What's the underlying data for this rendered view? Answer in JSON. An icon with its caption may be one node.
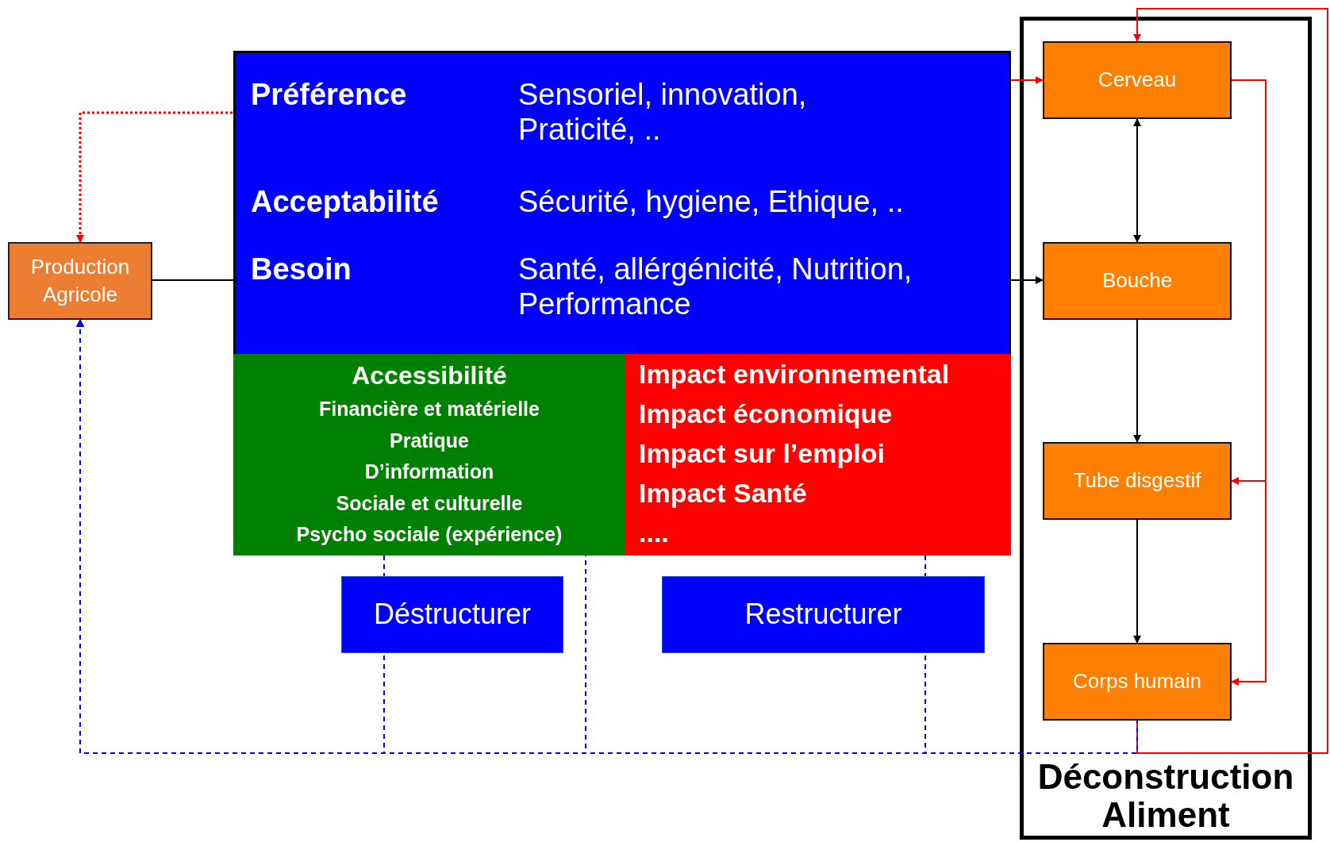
{
  "diagram": {
    "nodes": [
      {
        "text": [
          "Préférence",
          "Sensoriel, innovation, Praticité, ..",
          "Acceptabilité",
          "Sécurité, hygiene, Ethique, ..",
          "Besoin",
          "Santé, allérgénicité, Nutrition, Performance"
        ]
      },
      {
        "text": [
          "Accessibilité",
          "Financière et matérielle",
          "Pratique",
          "D’information",
          "Sociale et culturelle",
          "Psycho sociale (expérience)"
        ],
        "in": 0
      },
      {
        "text": [
          "Impact environnemental",
          "Impact économique",
          "Impact sur l’emploi",
          "Impact Santé",
          "...."
        ],
        "in": 0
      },
      {
        "text": [
          "Production Agricole"
        ]
      },
      {
        "text": [
          "Déstructurer"
        ]
      },
      {
        "text": [
          "Restructurer"
        ]
      },
      {
        "text": [
          "Déconstruction Aliment"
        ]
      },
      {
        "text": [
          "Cerveau"
        ],
        "in": 6
      },
      {
        "text": [
          "Bouche"
        ],
        "in": 6
      },
      {
        "text": [
          "Tube disgestif"
        ],
        "in": 6
      },
      {
        "text": [
          "Corps humain"
        ],
        "in": 6
      }
    ],
    "edges": [
      {
        "from": 0,
        "to": 3,
        "arrow": "to",
        "style": "dashed",
        "color": "#ff0000"
      },
      {
        "from": 3,
        "to": 0,
        "arrow": "none",
        "color": "#000000"
      },
      {
        "from": 0,
        "to": 7,
        "arrow": "to",
        "color": "#ff0000"
      },
      {
        "from": 0,
        "to": 8,
        "arrow": "to",
        "color": "#000000"
      },
      {
        "from": 7,
        "to": 8,
        "arrow": "both",
        "color": "#000000"
      },
      {
        "from": 8,
        "to": 9,
        "arrow": "to",
        "color": "#000000"
      },
      {
        "from": 9,
        "to": 10,
        "arrow": "to",
        "color": "#000000"
      },
      {
        "from": 7,
        "to": 9,
        "arrow": "to",
        "color": "#ff0000"
      },
      {
        "from": 7,
        "to": 10,
        "arrow": "to",
        "color": "#ff0000"
      },
      {
        "from": 10,
        "to": 7,
        "arrow": "to",
        "color": "#ff0000"
      },
      {
        "from": 10,
        "to": 3,
        "arrow": "to",
        "style": "dashed",
        "color": "#0000ff"
      },
      {
        "from": 1,
        "to": 4,
        "arrow": "none",
        "style": "dashed",
        "color": "#0000ff"
      },
      {
        "from": 4,
        "to": 3,
        "arrow": "to",
        "style": "dashed",
        "color": "#0000ff"
      },
      {
        "from": 1,
        "to": 3,
        "arrow": "to",
        "style": "dashed",
        "color": "#0000ff"
      },
      {
        "from": 2,
        "to": 5,
        "arrow": "none",
        "style": "dashed",
        "color": "#0000ff"
      },
      {
        "from": 5,
        "to": 3,
        "arrow": "to",
        "style": "dashed",
        "color": "#0000ff"
      }
    ]
  }
}
